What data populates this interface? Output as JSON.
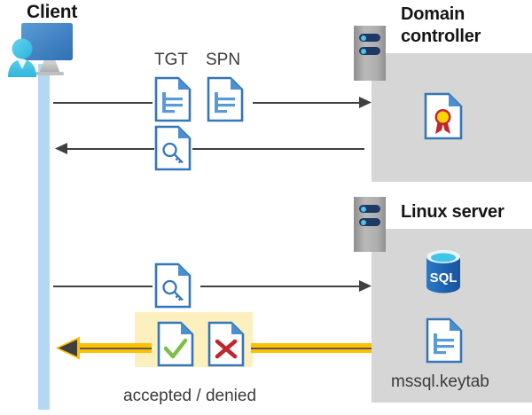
{
  "diagram": {
    "title_client": "Client",
    "title_domain_controller": "Domain\ncontroller",
    "title_domain_controller_line1": "Domain",
    "title_domain_controller_line2": "controller",
    "title_linux_server": "Linux server",
    "labels": {
      "tgt": "TGT",
      "spn": "SPN",
      "accepted_denied": "accepted / denied",
      "keytab_file": "mssql.keytab"
    },
    "icons": {
      "client": "user-with-monitor-icon",
      "server_dc": "server-rack-icon",
      "server_linux": "server-rack-icon",
      "tgt_doc": "document-icon",
      "spn_doc": "document-icon",
      "ticket_key_doc": "document-with-key-icon",
      "service_ticket_key_doc": "document-with-key-icon",
      "certificate": "certificate-document-icon",
      "sql_database": "sql-database-icon",
      "keytab_doc": "document-icon",
      "accepted_doc": "document-with-check-icon",
      "denied_doc": "document-with-cross-icon"
    },
    "flows": [
      {
        "id": "request-tgt-spn",
        "direction": "client-to-dc",
        "style": "thin-gray-arrow"
      },
      {
        "id": "issue-ticket",
        "direction": "dc-to-client",
        "style": "thin-gray-arrow"
      },
      {
        "id": "present-ticket",
        "direction": "client-to-linux",
        "style": "thin-gray-arrow"
      },
      {
        "id": "auth-result",
        "direction": "linux-to-client",
        "style": "thick-yellow-arrow"
      }
    ],
    "colors": {
      "lifeline": "#b6d7f4",
      "panel_gray": "#d6d6d6",
      "highlight_yellow": "#fdf0bf",
      "arrow_yellow": "#ffc000",
      "arrow_gray": "#404040",
      "doc_blue": "#3576ba",
      "accept_green": "#7ac143",
      "deny_red": "#c0272d",
      "sql_blue": "#1f6fc4",
      "seal_yellow": "#ffd400",
      "server_navy": "#1f3864"
    }
  }
}
